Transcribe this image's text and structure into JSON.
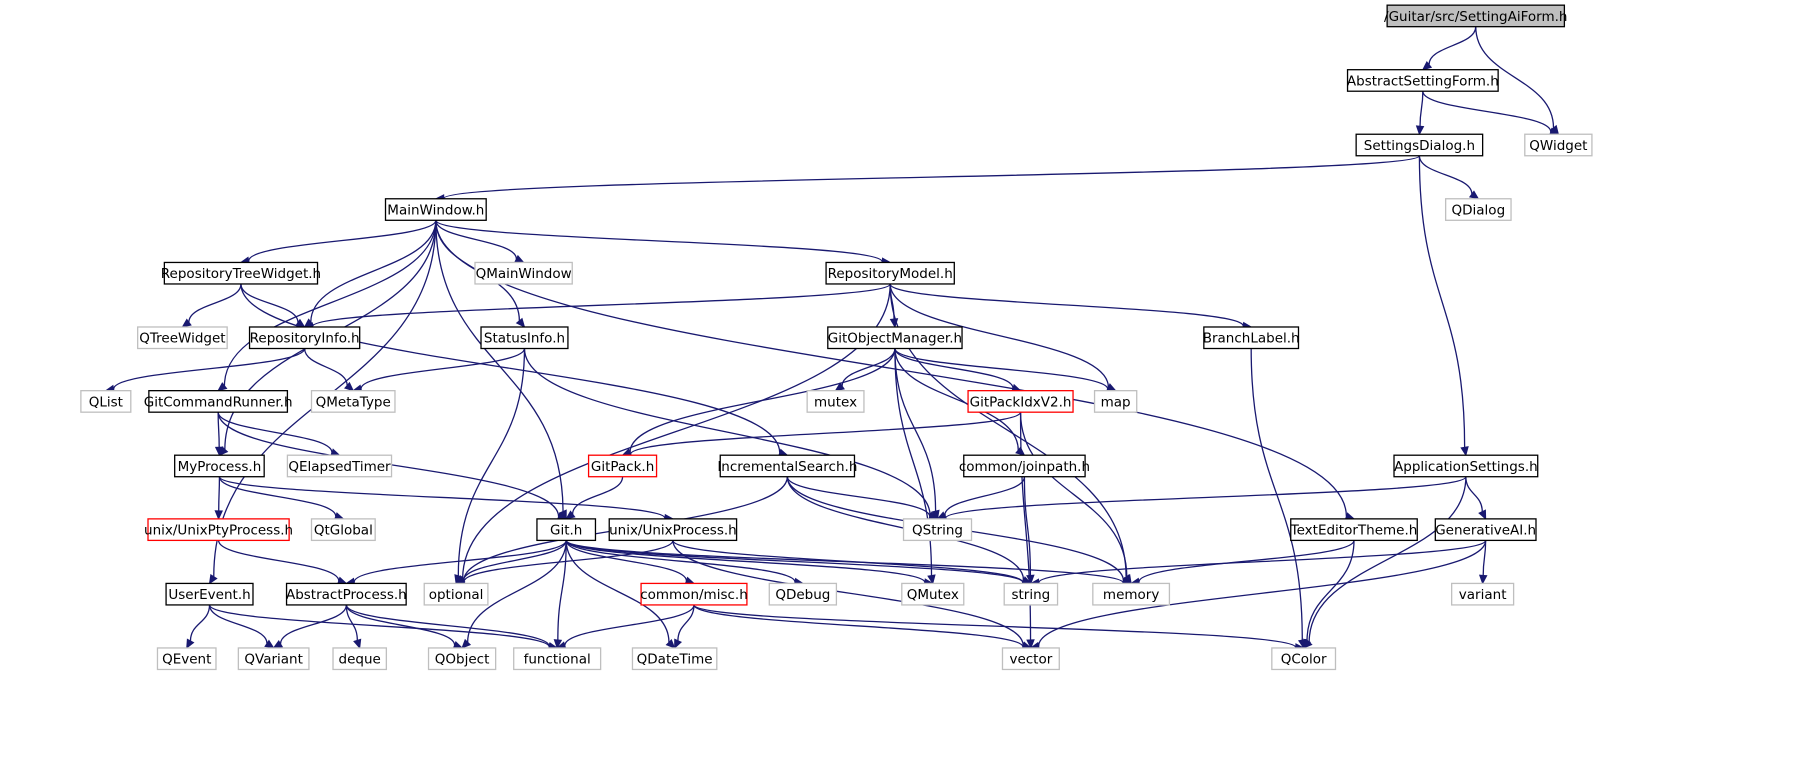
{
  "diagram": {
    "colors": {
      "edge": "#191970",
      "normal_border": "#000000",
      "external_border": "#bfbfbf",
      "missing_border": "#ff0000",
      "root_fill": "#bfbfbf",
      "text": "#000000"
    },
    "nodes": [
      {
        "id": "root",
        "label": "/Guitar/src/SettingAiForm.h",
        "kind": "root"
      },
      {
        "id": "abstractsettingform",
        "label": "AbstractSettingForm.h",
        "kind": "normal"
      },
      {
        "id": "qwidget",
        "label": "QWidget",
        "kind": "external"
      },
      {
        "id": "settingsdialog",
        "label": "SettingsDialog.h",
        "kind": "normal"
      },
      {
        "id": "qdialog",
        "label": "QDialog",
        "kind": "external"
      },
      {
        "id": "mainwindow",
        "label": "MainWindow.h",
        "kind": "normal"
      },
      {
        "id": "repositorytreewidget",
        "label": "RepositoryTreeWidget.h",
        "kind": "normal"
      },
      {
        "id": "qmainwindow",
        "label": "QMainWindow",
        "kind": "external"
      },
      {
        "id": "repositorymodel",
        "label": "RepositoryModel.h",
        "kind": "normal"
      },
      {
        "id": "qtreewidget",
        "label": "QTreeWidget",
        "kind": "external"
      },
      {
        "id": "repositoryinfo",
        "label": "RepositoryInfo.h",
        "kind": "normal"
      },
      {
        "id": "statusinfo",
        "label": "StatusInfo.h",
        "kind": "normal"
      },
      {
        "id": "gitobjectmanager",
        "label": "GitObjectManager.h",
        "kind": "normal"
      },
      {
        "id": "branchlabel",
        "label": "BranchLabel.h",
        "kind": "normal"
      },
      {
        "id": "qlist",
        "label": "QList",
        "kind": "external"
      },
      {
        "id": "gitcommandrunner",
        "label": "GitCommandRunner.h",
        "kind": "normal"
      },
      {
        "id": "qmetatype",
        "label": "QMetaType",
        "kind": "external"
      },
      {
        "id": "mutex",
        "label": "mutex",
        "kind": "external"
      },
      {
        "id": "gitpackidxv2",
        "label": "GitPackIdxV2.h",
        "kind": "missing"
      },
      {
        "id": "map",
        "label": "map",
        "kind": "external"
      },
      {
        "id": "myprocess",
        "label": "MyProcess.h",
        "kind": "normal"
      },
      {
        "id": "qelapsedtimer",
        "label": "QElapsedTimer",
        "kind": "external"
      },
      {
        "id": "gitpack",
        "label": "GitPack.h",
        "kind": "missing"
      },
      {
        "id": "incrementalsearch",
        "label": "IncrementalSearch.h",
        "kind": "normal"
      },
      {
        "id": "commonjoinpath",
        "label": "common/joinpath.h",
        "kind": "normal"
      },
      {
        "id": "applicationsettings",
        "label": "ApplicationSettings.h",
        "kind": "normal"
      },
      {
        "id": "unixptyprocess",
        "label": "unix/UnixPtyProcess.h",
        "kind": "missing"
      },
      {
        "id": "qtglobal",
        "label": "QtGlobal",
        "kind": "external"
      },
      {
        "id": "gith",
        "label": "Git.h",
        "kind": "normal"
      },
      {
        "id": "unixprocess",
        "label": "unix/UnixProcess.h",
        "kind": "normal"
      },
      {
        "id": "qstring",
        "label": "QString",
        "kind": "external"
      },
      {
        "id": "texteditortheme",
        "label": "TextEditorTheme.h",
        "kind": "normal"
      },
      {
        "id": "generativeai",
        "label": "GenerativeAI.h",
        "kind": "normal"
      },
      {
        "id": "userevent",
        "label": "UserEvent.h",
        "kind": "normal"
      },
      {
        "id": "abstractprocess",
        "label": "AbstractProcess.h",
        "kind": "normal"
      },
      {
        "id": "optional",
        "label": "optional",
        "kind": "external"
      },
      {
        "id": "commonmisc",
        "label": "common/misc.h",
        "kind": "missing"
      },
      {
        "id": "qdebug",
        "label": "QDebug",
        "kind": "external"
      },
      {
        "id": "qmutex",
        "label": "QMutex",
        "kind": "external"
      },
      {
        "id": "string",
        "label": "string",
        "kind": "external"
      },
      {
        "id": "memory",
        "label": "memory",
        "kind": "external"
      },
      {
        "id": "variant",
        "label": "variant",
        "kind": "external"
      },
      {
        "id": "qevent",
        "label": "QEvent",
        "kind": "external"
      },
      {
        "id": "qvariant",
        "label": "QVariant",
        "kind": "external"
      },
      {
        "id": "deque",
        "label": "deque",
        "kind": "external"
      },
      {
        "id": "qobject",
        "label": "QObject",
        "kind": "external"
      },
      {
        "id": "functional",
        "label": "functional",
        "kind": "external"
      },
      {
        "id": "qdatetime",
        "label": "QDateTime",
        "kind": "external"
      },
      {
        "id": "vector",
        "label": "vector",
        "kind": "external"
      },
      {
        "id": "qcolor",
        "label": "QColor",
        "kind": "external"
      }
    ],
    "edges": [
      [
        "root",
        "abstractsettingform"
      ],
      [
        "root",
        "qwidget"
      ],
      [
        "abstractsettingform",
        "settingsdialog"
      ],
      [
        "abstractsettingform",
        "qwidget"
      ],
      [
        "settingsdialog",
        "mainwindow"
      ],
      [
        "settingsdialog",
        "qdialog"
      ],
      [
        "settingsdialog",
        "applicationsettings"
      ],
      [
        "mainwindow",
        "repositorytreewidget"
      ],
      [
        "mainwindow",
        "qmainwindow"
      ],
      [
        "mainwindow",
        "repositorymodel"
      ],
      [
        "mainwindow",
        "repositoryinfo"
      ],
      [
        "mainwindow",
        "statusinfo"
      ],
      [
        "mainwindow",
        "gitcommandrunner"
      ],
      [
        "mainwindow",
        "myprocess"
      ],
      [
        "mainwindow",
        "gith"
      ],
      [
        "mainwindow",
        "texteditortheme"
      ],
      [
        "mainwindow",
        "userevent"
      ],
      [
        "repositorytreewidget",
        "qtreewidget"
      ],
      [
        "repositorytreewidget",
        "repositoryinfo"
      ],
      [
        "repositorytreewidget",
        "incrementalsearch"
      ],
      [
        "repositorymodel",
        "repositoryinfo"
      ],
      [
        "repositorymodel",
        "gitobjectmanager"
      ],
      [
        "repositorymodel",
        "branchlabel"
      ],
      [
        "repositorymodel",
        "map"
      ],
      [
        "repositorymodel",
        "memory"
      ],
      [
        "repositorymodel",
        "optional"
      ],
      [
        "repositoryinfo",
        "qlist"
      ],
      [
        "repositoryinfo",
        "qmetatype"
      ],
      [
        "statusinfo",
        "qmetatype"
      ],
      [
        "statusinfo",
        "optional"
      ],
      [
        "statusinfo",
        "qstring"
      ],
      [
        "gitobjectmanager",
        "gitpack"
      ],
      [
        "gitobjectmanager",
        "mutex"
      ],
      [
        "gitobjectmanager",
        "gitpackidxv2"
      ],
      [
        "gitobjectmanager",
        "map"
      ],
      [
        "gitobjectmanager",
        "commonjoinpath"
      ],
      [
        "gitobjectmanager",
        "qstring"
      ],
      [
        "gitobjectmanager",
        "qmutex"
      ],
      [
        "branchlabel",
        "qcolor"
      ],
      [
        "gitcommandrunner",
        "myprocess"
      ],
      [
        "gitcommandrunner",
        "qelapsedtimer"
      ],
      [
        "gitcommandrunner",
        "gith"
      ],
      [
        "gitpackidxv2",
        "gitpack"
      ],
      [
        "gitpackidxv2",
        "memory"
      ],
      [
        "gitpackidxv2",
        "vector"
      ],
      [
        "myprocess",
        "unixptyprocess"
      ],
      [
        "myprocess",
        "qtglobal"
      ],
      [
        "myprocess",
        "unixprocess"
      ],
      [
        "gitpack",
        "gith"
      ],
      [
        "incrementalsearch",
        "qstring"
      ],
      [
        "incrementalsearch",
        "optional"
      ],
      [
        "incrementalsearch",
        "string"
      ],
      [
        "incrementalsearch",
        "memory"
      ],
      [
        "commonjoinpath",
        "qstring"
      ],
      [
        "commonjoinpath",
        "string"
      ],
      [
        "applicationsettings",
        "qstring"
      ],
      [
        "applicationsettings",
        "generativeai"
      ],
      [
        "applicationsettings",
        "qcolor"
      ],
      [
        "unixptyprocess",
        "abstractprocess"
      ],
      [
        "gith",
        "abstractprocess"
      ],
      [
        "gith",
        "optional"
      ],
      [
        "gith",
        "commonmisc"
      ],
      [
        "gith",
        "qdebug"
      ],
      [
        "gith",
        "qmutex"
      ],
      [
        "gith",
        "string"
      ],
      [
        "gith",
        "memory"
      ],
      [
        "gith",
        "qobject"
      ],
      [
        "gith",
        "functional"
      ],
      [
        "gith",
        "qdatetime"
      ],
      [
        "unixprocess",
        "optional"
      ],
      [
        "unixprocess",
        "string"
      ],
      [
        "unixprocess",
        "vector"
      ],
      [
        "texteditortheme",
        "memory"
      ],
      [
        "texteditortheme",
        "qcolor"
      ],
      [
        "generativeai",
        "string"
      ],
      [
        "generativeai",
        "vector"
      ],
      [
        "generativeai",
        "variant"
      ],
      [
        "userevent",
        "qevent"
      ],
      [
        "userevent",
        "qvariant"
      ],
      [
        "userevent",
        "functional"
      ],
      [
        "abstractprocess",
        "qvariant"
      ],
      [
        "abstractprocess",
        "deque"
      ],
      [
        "abstractprocess",
        "qobject"
      ],
      [
        "abstractprocess",
        "functional"
      ],
      [
        "commonmisc",
        "functional"
      ],
      [
        "commonmisc",
        "qdatetime"
      ],
      [
        "commonmisc",
        "vector"
      ],
      [
        "commonmisc",
        "qcolor"
      ]
    ]
  }
}
